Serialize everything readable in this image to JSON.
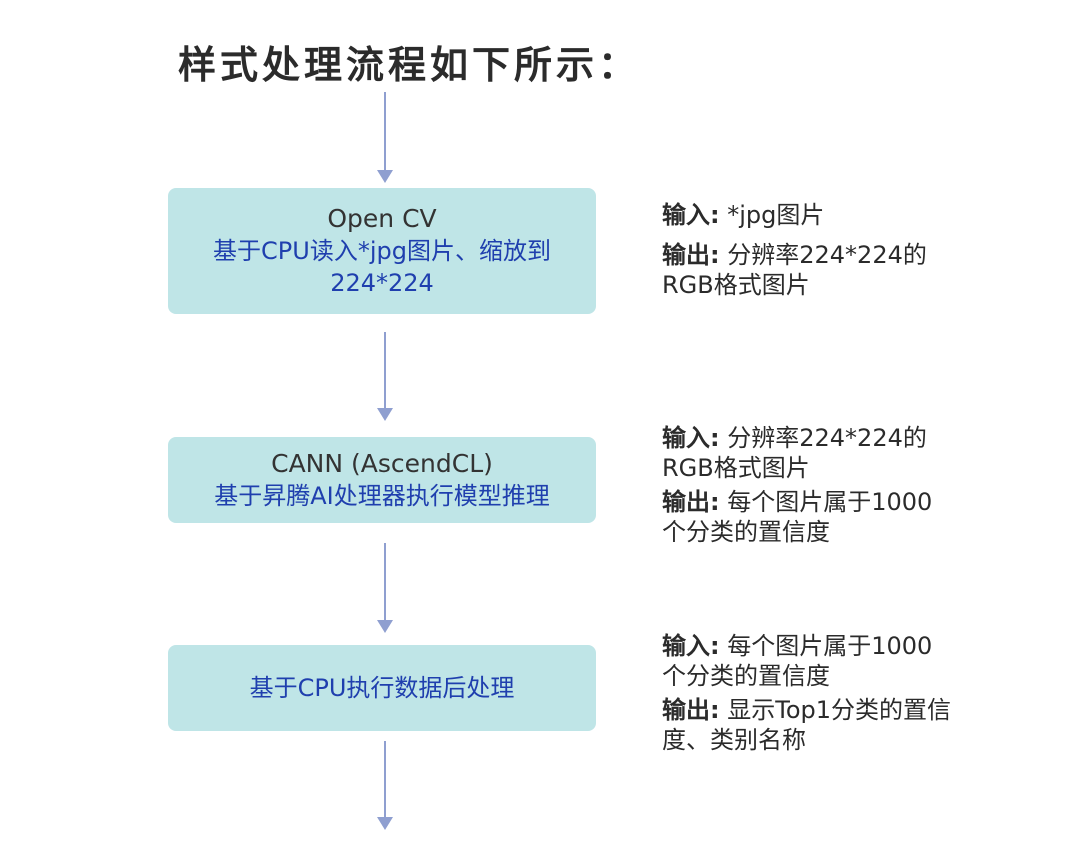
{
  "title": "样式处理流程如下所示：",
  "colors": {
    "box_fill": "#bfe5e7",
    "box_chinese_text": "#1f3fae",
    "arrow": "#8f9fd0"
  },
  "steps": [
    {
      "heading": "Open CV",
      "description": "基于CPU读入*jpg图片、缩放到224*224",
      "input_label": "输入:",
      "input_text": "*jpg图片",
      "output_label": "输出:",
      "output_text": "分辨率224*224的RGB格式图片"
    },
    {
      "heading": "CANN (AscendCL)",
      "description": "基于昇腾AI处理器执行模型推理",
      "input_label": "输入:",
      "input_text": "分辨率224*224的RGB格式图片",
      "output_label": "输出:",
      "output_text": "每个图片属于1000个分类的置信度"
    },
    {
      "heading": "",
      "description": "基于CPU执行数据后处理",
      "input_label": "输入:",
      "input_text": "每个图片属于1000个分类的置信度",
      "output_label": "输出:",
      "output_text": "显示Top1分类的置信度、类别名称"
    }
  ]
}
